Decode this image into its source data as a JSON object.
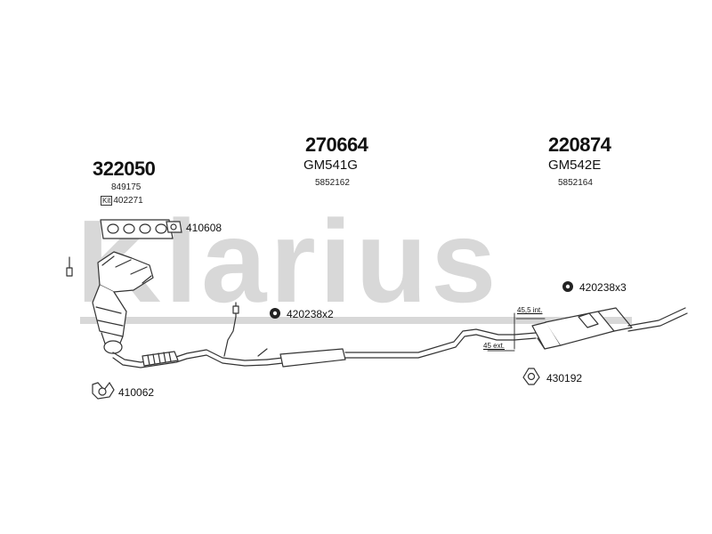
{
  "watermark": "Klarius",
  "sections": {
    "manifold": {
      "part_no": "322050",
      "ref1": "849175",
      "kit_badge": "Kit",
      "kit_ref": "402271"
    },
    "center": {
      "part_no": "270664",
      "code": "GM541G",
      "ref": "5852162"
    },
    "rear": {
      "part_no": "220874",
      "code": "GM542E",
      "ref": "5852164"
    }
  },
  "parts": {
    "gasket_manifold": "410608",
    "flange_gasket": "410062",
    "rubber_mount_mid": "420238x2",
    "rubber_mount_rear": "420238x3",
    "clamp_rear": "430192"
  },
  "dimensions": {
    "internal": "45,5 int.",
    "external": "45 ext."
  }
}
